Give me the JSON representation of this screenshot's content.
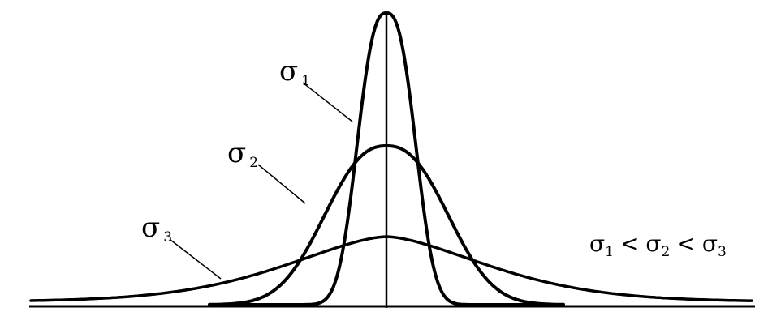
{
  "diagram": {
    "curves": [
      {
        "label": "σ",
        "subscript": "1"
      },
      {
        "label": "σ",
        "subscript": "2"
      },
      {
        "label": "σ",
        "subscript": "3"
      }
    ],
    "relation": {
      "s1": "σ",
      "sub1": "1",
      "lt1": "<",
      "s2": "σ",
      "sub2": "2",
      "lt2": "<",
      "s3": "σ",
      "sub3": "3"
    },
    "colors": {
      "stroke": "#000000",
      "background": "#ffffff"
    }
  }
}
